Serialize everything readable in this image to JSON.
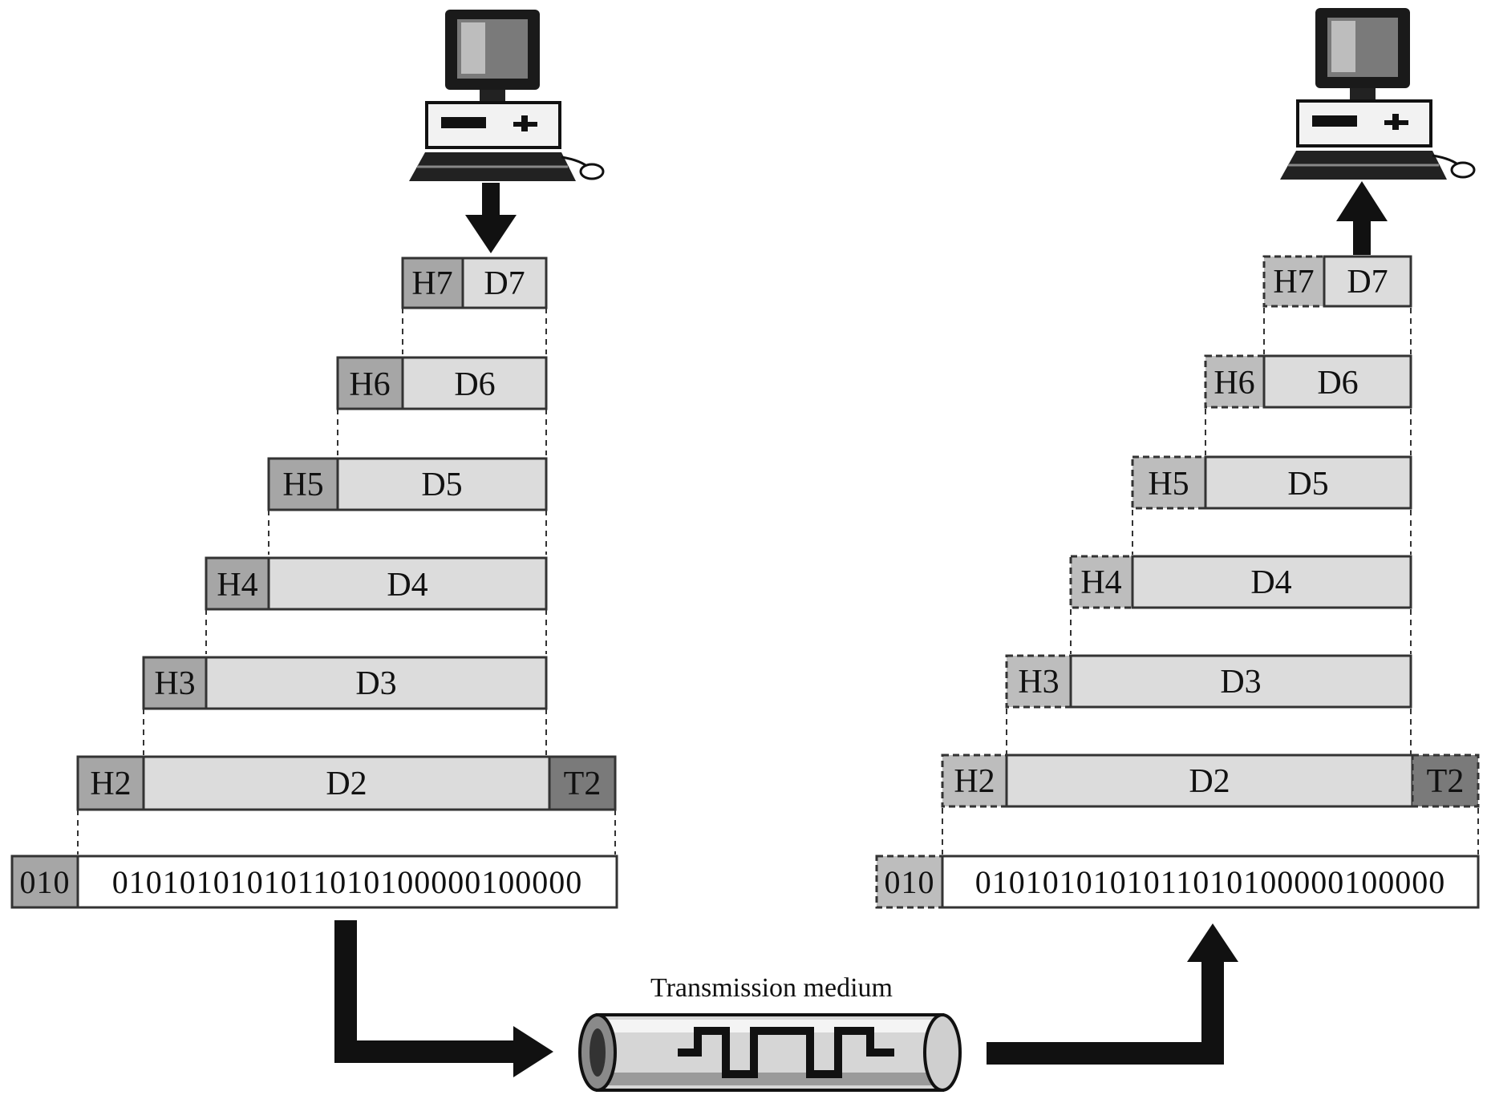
{
  "medium": {
    "label": "Transmission medium"
  },
  "sender": {
    "layers": [
      {
        "header": "H7",
        "data": "D7"
      },
      {
        "header": "H6",
        "data": "D6"
      },
      {
        "header": "H5",
        "data": "D5"
      },
      {
        "header": "H4",
        "data": "D4"
      },
      {
        "header": "H3",
        "data": "D3"
      },
      {
        "header": "H2",
        "data": "D2",
        "trailer": "T2"
      }
    ],
    "bits_header": "010",
    "bits": "0101010101011010100000100000"
  },
  "receiver": {
    "layers": [
      {
        "header": "H7",
        "data": "D7"
      },
      {
        "header": "H6",
        "data": "D6"
      },
      {
        "header": "H5",
        "data": "D5"
      },
      {
        "header": "H4",
        "data": "D4"
      },
      {
        "header": "H3",
        "data": "D3"
      },
      {
        "header": "H2",
        "data": "D2",
        "trailer": "T2"
      }
    ],
    "bits_header": "010",
    "bits": "0101010101011010100000100000"
  },
  "colors": {
    "header_fill": "#a6a6a6",
    "data_fill": "#dcdcdc",
    "trailer_fill": "#7a7a7a",
    "outline": "#333333",
    "arrow": "#111111"
  }
}
